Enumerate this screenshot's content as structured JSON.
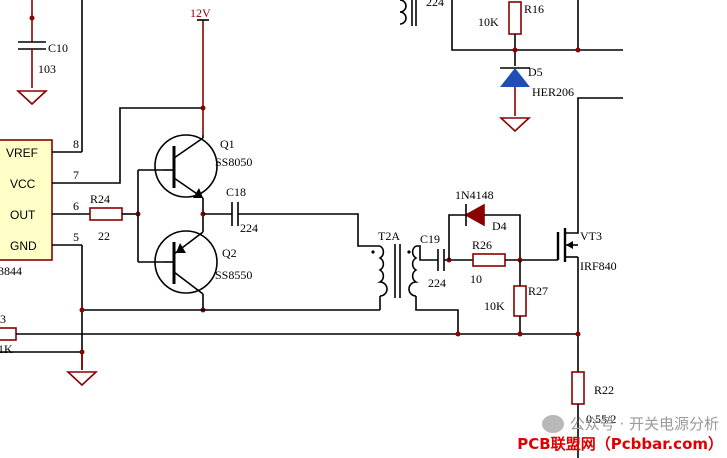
{
  "power_label": "12V",
  "ic": {
    "pins": [
      "VREF",
      "VCC",
      "OUT",
      "GND"
    ],
    "pin_numbers": [
      "8",
      "7",
      "6",
      "5"
    ],
    "part": "3844"
  },
  "components": {
    "c10": {
      "ref": "C10",
      "value": "103"
    },
    "q1": {
      "ref": "Q1",
      "part": "SS8050"
    },
    "q2": {
      "ref": "Q2",
      "part": "SS8550"
    },
    "r24": {
      "ref": "R24",
      "value": "22"
    },
    "c18": {
      "ref": "C18",
      "value": "224"
    },
    "t2a": {
      "ref": "T2A"
    },
    "c19": {
      "ref": "C19",
      "value": "224"
    },
    "d4": {
      "ref": "D4",
      "part": "1N4148"
    },
    "r26": {
      "ref": "R26",
      "value": "10"
    },
    "r27": {
      "ref": "R27",
      "value": "10K"
    },
    "vt3": {
      "ref": "VT3",
      "part": "IRF840"
    },
    "r22": {
      "ref": "R22",
      "value": "0.55/2"
    },
    "r16": {
      "ref": "R16",
      "value": "10K"
    },
    "d5": {
      "ref": "D5",
      "part": "HER206"
    },
    "top_cap": {
      "value": "224"
    },
    "left_res": {
      "ref_fragment": "3",
      "value_fragment": "1K"
    }
  },
  "watermark": "公众号 · 开关电源分析",
  "footer_tag": "PCB联盟网（Pcbbar.com）"
}
